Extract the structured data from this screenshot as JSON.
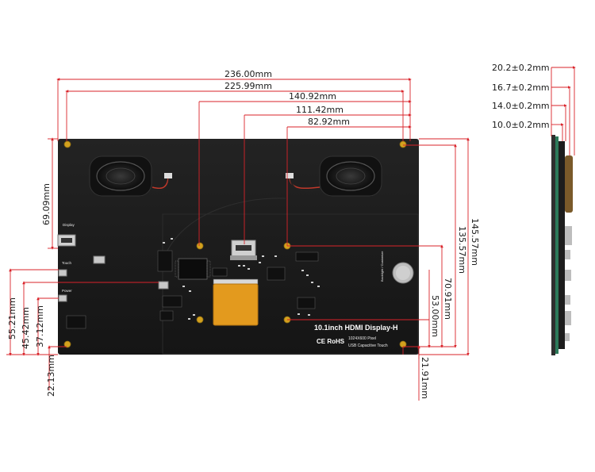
{
  "colors": {
    "board": "#1b1b1b",
    "dimension_line": "#d9232a",
    "gold": "#d3a11e",
    "fpc": "#e39a1e",
    "pcb_edge": "#2c7a5a"
  },
  "board_text": {
    "product_name": "10.1inch HDMI Display-H",
    "resolution": "1024X600 Pixel",
    "touch": "USB Capacitive Touch",
    "certification": "CE RoHS",
    "port_display": "Display",
    "port_touch": "Touch",
    "port_power": "Power",
    "backlight": "Backlight / Customize"
  },
  "dimensions": {
    "width_overall": "236.00mm",
    "width_2": "225.99mm",
    "width_3": "140.92mm",
    "width_4": "111.42mm",
    "width_5": "82.92mm",
    "height_1": "145.57mm",
    "height_2": "135.57mm",
    "right_1": "70.91mm",
    "right_2": "53.00mm",
    "right_bottom": "21.91mm",
    "left_top": "69.09mm",
    "left_1": "55.21mm",
    "left_2": "45.42mm",
    "left_3": "37.12mm",
    "left_bottom": "22.13mm"
  },
  "side_view": {
    "t1": "20.2±0.2mm",
    "t2": "16.7±0.2mm",
    "t3": "14.0±0.2mm",
    "t4": "10.0±0.2mm"
  }
}
